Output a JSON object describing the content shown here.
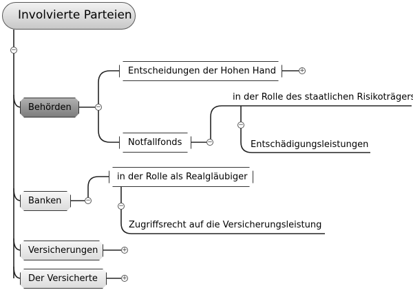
{
  "root": {
    "label": "Involvierte Parteien"
  },
  "branches": {
    "behoerden": {
      "label": "Behörden",
      "children": {
        "entscheidungen": "Entscheidungen der Hohen Hand",
        "notfallfonds": "Notfallfonds",
        "rolle_risikotraeger": "in der Rolle des staatlichen Risikoträgers",
        "entschaedigung": "Entschädigungsleistungen"
      }
    },
    "banken": {
      "label": "Banken",
      "children": {
        "rolle_realglaeubiger": "in der Rolle als Realgläubiger",
        "zugriffsrecht": "Zugriffsrecht auf die Versicherungsleistung"
      }
    },
    "versicherungen": {
      "label": "Versicherungen"
    },
    "versicherte": {
      "label": "Der Versicherte"
    }
  },
  "toggle_symbols": {
    "collapse": "−",
    "expand": "+"
  }
}
